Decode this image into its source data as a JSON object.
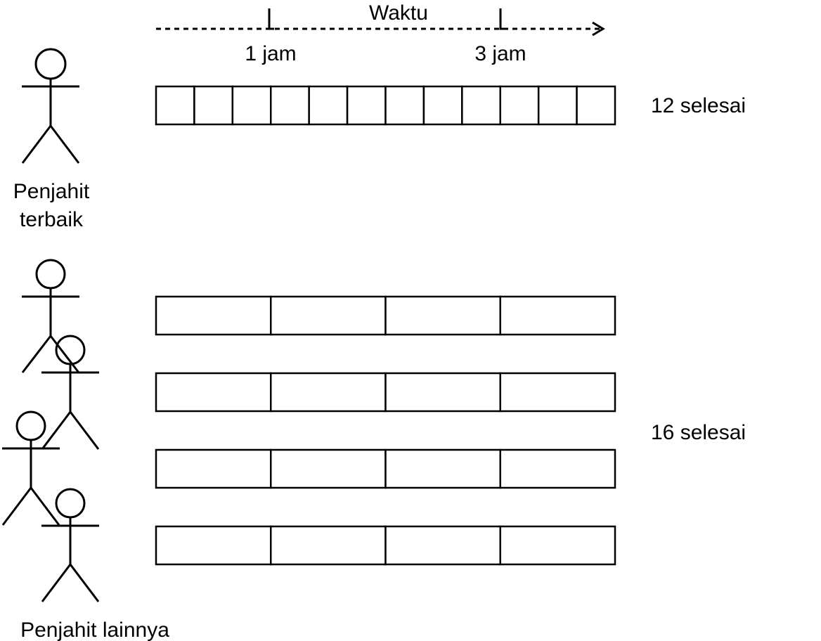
{
  "timeline": {
    "label": "Waktu",
    "marks": [
      "1 jam",
      "3 jam"
    ]
  },
  "rows": {
    "best": {
      "label_line1": "Penjahit",
      "label_line2": "terbaik",
      "units": 12,
      "result": "12 selesai"
    },
    "others": {
      "label": "Penjahit lainnya",
      "tailor_count": 4,
      "units_per_tailor": 4,
      "result": "16 selesai"
    }
  }
}
